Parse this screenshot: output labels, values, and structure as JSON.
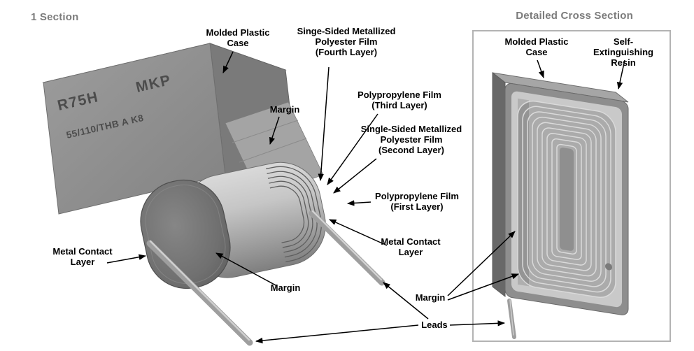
{
  "headers": {
    "left": "1 Section",
    "right": "Detailed Cross Section"
  },
  "case_markings": {
    "series": "R75H",
    "type": "MKP",
    "rating": "55/110/THB A K8"
  },
  "labels": {
    "molded_plastic_case": "Molded Plastic\nCase",
    "fourth_layer": "Singe-Sided Metallized\nPolyester Film\n(Fourth Layer)",
    "margin_top": "Margin",
    "third_layer": "Polypropylene Film\n(Third Layer)",
    "second_layer": "Single-Sided Metallized\nPolyester Film\n(Second Layer)",
    "first_layer": "Polypropylene Film\n(First Layer)",
    "metal_contact_left": "Metal Contact\nLayer",
    "metal_contact_right": "Metal Contact\nLayer",
    "margin_bottom": "Margin",
    "leads": "Leads",
    "cs_molded_plastic_case": "Molded Plastic\nCase",
    "cs_resin": "Self-Extinguishing\nResin",
    "cs_margin": "Margin"
  },
  "colors": {
    "header_gray": "#7c7c7c",
    "label_black": "#000000",
    "case_gray": "#8f8f8f",
    "winding_metal": "#b8b8b8",
    "contact_layer_gray": "#6b6b6b",
    "resin_gray": "#c9c9c9",
    "frame_border": "#b3b3b3"
  }
}
